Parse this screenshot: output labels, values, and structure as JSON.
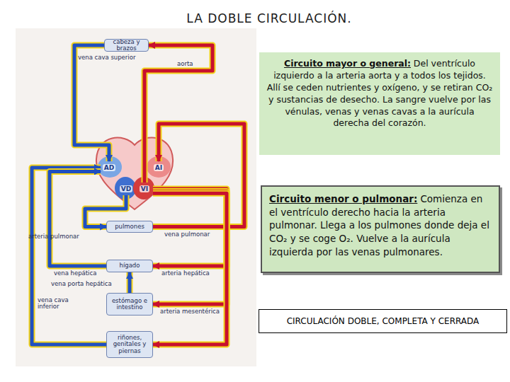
{
  "diagram": {
    "title": "LA DOBLE CIRCULACIÓN.",
    "nodes": [
      {
        "text": [
          "cabeza y brazos"
        ]
      },
      {
        "text": [
          "AD"
        ]
      },
      {
        "text": [
          "AI"
        ]
      },
      {
        "text": [
          "VD"
        ]
      },
      {
        "text": [
          "VI"
        ]
      },
      {
        "text": [
          "pulmones"
        ]
      },
      {
        "text": [
          "hígado"
        ]
      },
      {
        "text": [
          "estómago e intestino"
        ]
      },
      {
        "text": [
          "riñones, genitales y piernas"
        ]
      },
      {
        "text": [
          "Circuito mayor o general:",
          "Del ventrículo izquierdo a la arteria aorta y a todos los tejidos. Allí se ceden nutrientes y oxígeno, y se retiran CO₂ y sustancias de desecho. La sangre vuelve por las vénulas, venas y venas cavas a la aurícula derecha del corazón."
        ]
      },
      {
        "text": [
          "Circuito menor o pulmonar:",
          "Comienza en el ventrículo derecho hacia la arteria pulmonar. Llega a los pulmones donde deja el CO₂ y se coge O₂. Vuelve a la aurícula izquierda por las venas pulmonares."
        ]
      },
      {
        "text": [
          "CIRCULACIÓN DOBLE, COMPLETA Y CERRADA"
        ]
      }
    ],
    "edges": [
      {
        "from": 4,
        "to": 0,
        "arrow": "to",
        "label": "aorta"
      },
      {
        "from": 0,
        "to": 1,
        "arrow": "to",
        "label": "vena cava superior"
      },
      {
        "from": 3,
        "to": 5,
        "arrow": "to",
        "label": "arteria pulmonar"
      },
      {
        "from": 5,
        "to": 2,
        "arrow": "to",
        "label": "vena pulmonar"
      },
      {
        "from": 4,
        "to": 6,
        "arrow": "to",
        "label": "arteria hepática"
      },
      {
        "from": 4,
        "to": 7,
        "arrow": "to",
        "label": "arteria mesentérica"
      },
      {
        "from": 4,
        "to": 8,
        "arrow": "to"
      },
      {
        "from": 8,
        "to": 1,
        "arrow": "to",
        "label": "vena cava inferior"
      },
      {
        "from": 6,
        "to": 1,
        "arrow": "to",
        "label": "vena hepática"
      },
      {
        "from": 7,
        "to": 6,
        "arrow": "to",
        "label": "vena porta hepática"
      }
    ]
  }
}
